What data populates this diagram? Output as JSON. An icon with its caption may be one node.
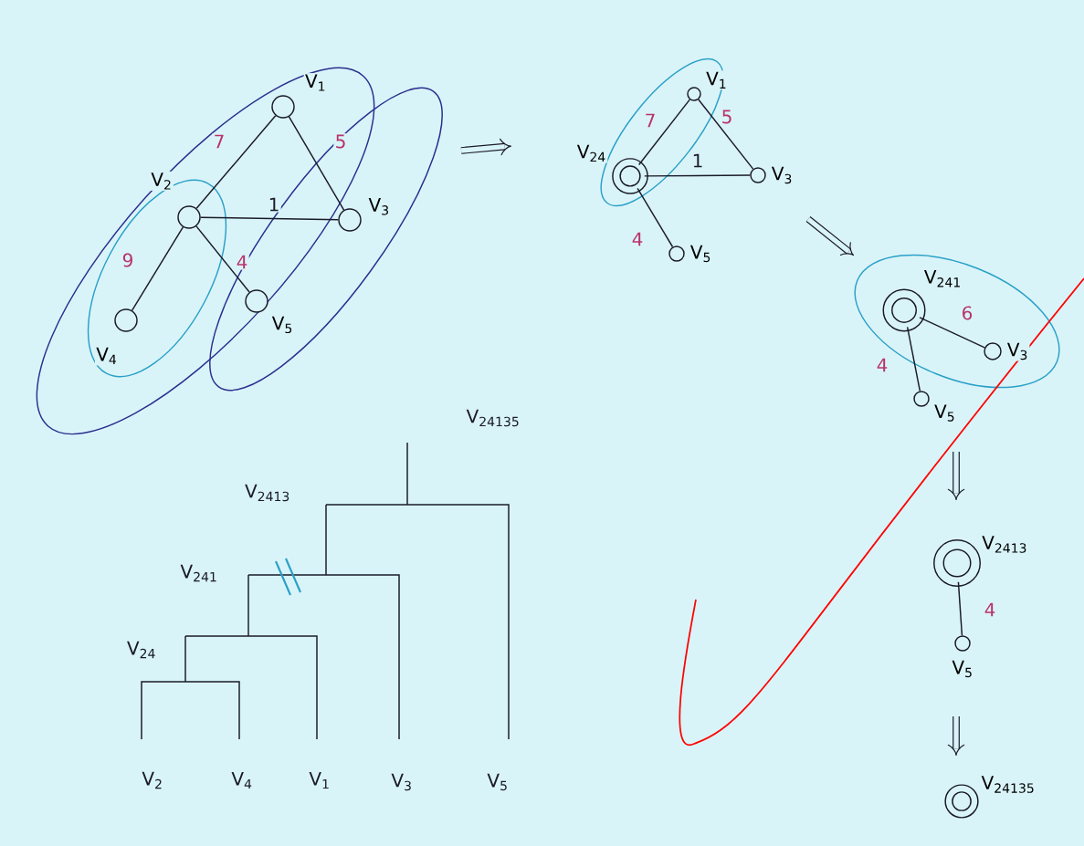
{
  "diagram": {
    "nodes": [
      {
        "text": [
          "V$_{1}$"
        ]
      },
      {
        "text": [
          "V$_{2}$"
        ]
      },
      {
        "text": [
          "V$_{3}$"
        ]
      },
      {
        "text": [
          "V$_{4}$"
        ]
      },
      {
        "text": [
          "V$_{5}$"
        ]
      },
      {
        "text": [
          "V$_{24}$"
        ]
      },
      {
        "text": [
          "V$_{1}$"
        ]
      },
      {
        "text": [
          "V$_{3}$"
        ]
      },
      {
        "text": [
          "V$_{5}$"
        ]
      },
      {
        "text": [
          "V$_{241}$"
        ]
      },
      {
        "text": [
          "V$_{3}$"
        ]
      },
      {
        "text": [
          "V$_{5}$"
        ]
      },
      {
        "text": [
          "V$_{2413}$"
        ]
      },
      {
        "text": [
          "V$_{5}$"
        ]
      },
      {
        "text": [
          "V$_{24135}$"
        ]
      }
    ],
    "edges": [
      {
        "from": 0,
        "to": 1,
        "arrow": "none",
        "label": "7"
      },
      {
        "from": 0,
        "to": 2,
        "arrow": "none",
        "label": "5"
      },
      {
        "from": 1,
        "to": 2,
        "arrow": "none",
        "label": "1"
      },
      {
        "from": 1,
        "to": 3,
        "arrow": "none",
        "label": "9"
      },
      {
        "from": 1,
        "to": 4,
        "arrow": "none",
        "label": "4"
      },
      {
        "from": 5,
        "to": 6,
        "arrow": "none",
        "label": "7"
      },
      {
        "from": 6,
        "to": 7,
        "arrow": "none",
        "label": "5"
      },
      {
        "from": 5,
        "to": 7,
        "arrow": "none",
        "label": "1"
      },
      {
        "from": 5,
        "to": 8,
        "arrow": "none",
        "label": "4"
      },
      {
        "from": 9,
        "to": 10,
        "arrow": "none",
        "label": "6"
      },
      {
        "from": 9,
        "to": 11,
        "arrow": "none",
        "label": "4"
      },
      {
        "from": 12,
        "to": 13,
        "arrow": "none",
        "label": "4"
      }
    ],
    "labels": [
      "V$_{24135}$",
      "V$_{2413}$",
      "V$_{241}$",
      "V$_{24}$",
      "V$_{2}$",
      "V$_{4}$",
      "V$_{1}$",
      "V$_{3}$",
      "V$_{5}$"
    ]
  }
}
